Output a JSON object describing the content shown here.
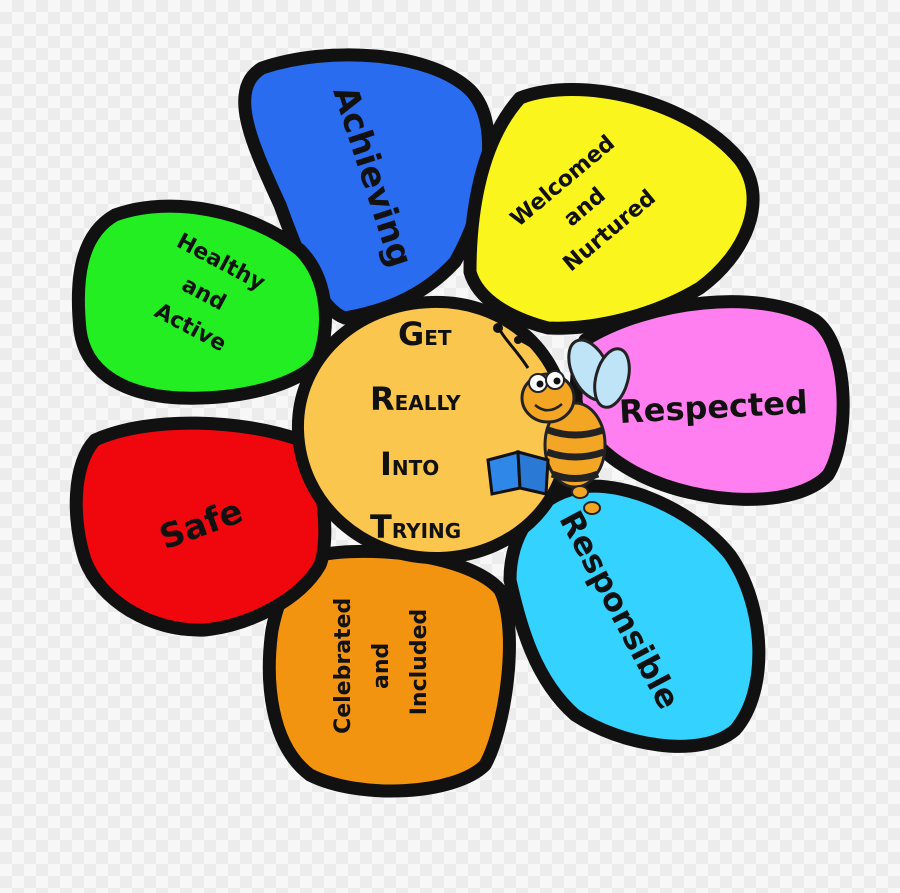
{
  "center": {
    "lines": [
      {
        "initial": "G",
        "rest": "ET"
      },
      {
        "initial": "R",
        "rest": "EALLY"
      },
      {
        "initial": "I",
        "rest": "NTO"
      },
      {
        "initial": "T",
        "rest": "RYING"
      }
    ]
  },
  "petals": [
    {
      "lines": [
        "Achieving"
      ],
      "color": "#2a6cf0"
    },
    {
      "lines": [
        "Welcomed",
        "and",
        "Nurtured"
      ],
      "color": "#fbf51e"
    },
    {
      "lines": [
        "Respected"
      ],
      "color": "#ff7ff0"
    },
    {
      "lines": [
        "Responsible"
      ],
      "color": "#34d3ff"
    },
    {
      "lines": [
        "Celebrated",
        "and",
        "Included"
      ],
      "color": "#f39411"
    },
    {
      "lines": [
        "Safe"
      ],
      "color": "#f0070d"
    },
    {
      "lines": [
        "Healthy",
        "and",
        "Active"
      ],
      "color": "#22ee22"
    }
  ],
  "center_color": "#fbc64e",
  "mascot": {
    "icon": "bee-reading-book-icon"
  }
}
